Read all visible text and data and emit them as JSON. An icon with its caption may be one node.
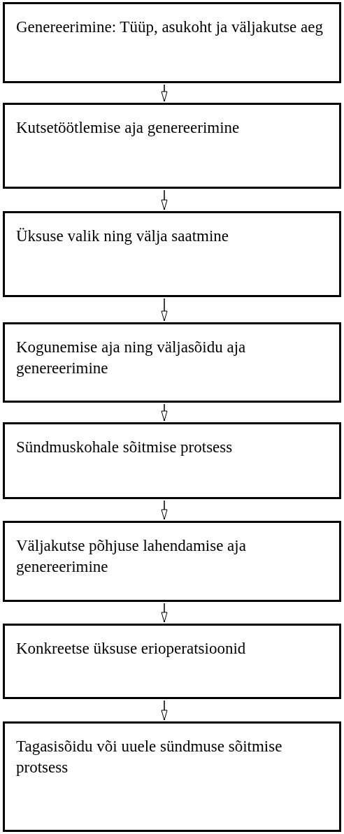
{
  "diagram": {
    "nodes": [
      {
        "text": [
          "Genereerimine: Tüüp, asukoht ja väljakutse aeg"
        ]
      },
      {
        "text": [
          "Kutsetöötlemise aja genereerimine"
        ]
      },
      {
        "text": [
          "Üksuse valik ning välja saatmine"
        ]
      },
      {
        "text": [
          "Kogunemise aja ning väljasõidu aja genereerimine"
        ]
      },
      {
        "text": [
          "Sündmuskohale sõitmise protsess"
        ]
      },
      {
        "text": [
          "Väljakutse põhjuse lahendamise aja genereerimine"
        ]
      },
      {
        "text": [
          "Konkreetse üksuse erioperatsioonid"
        ]
      },
      {
        "text": [
          "Tagasisõidu või uuele sündmuse sõitmise protsess"
        ]
      }
    ],
    "edges": [
      {
        "from": 0,
        "to": 1,
        "arrow": "to"
      },
      {
        "from": 1,
        "to": 2,
        "arrow": "to"
      },
      {
        "from": 2,
        "to": 3,
        "arrow": "to"
      },
      {
        "from": 3,
        "to": 4,
        "arrow": "to"
      },
      {
        "from": 4,
        "to": 5,
        "arrow": "to"
      },
      {
        "from": 5,
        "to": 6,
        "arrow": "to"
      },
      {
        "from": 6,
        "to": 7,
        "arrow": "to"
      }
    ]
  }
}
